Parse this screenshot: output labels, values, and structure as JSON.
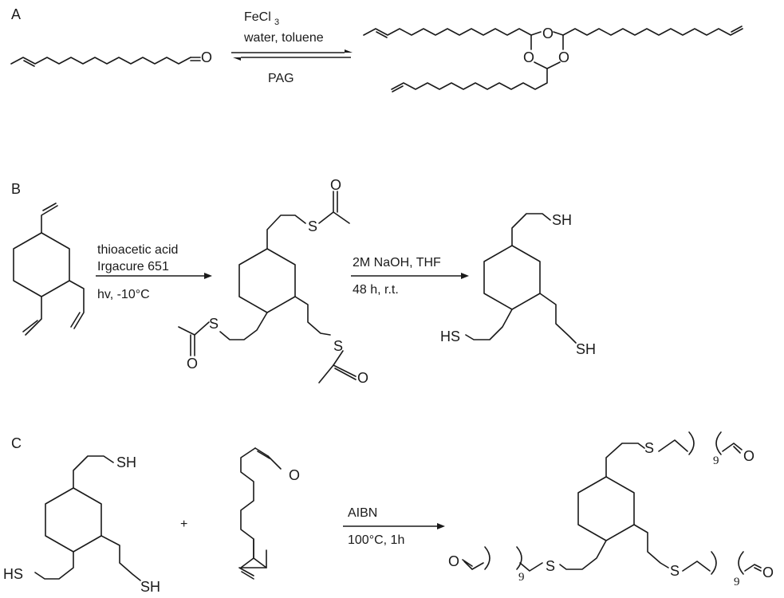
{
  "panels": {
    "A": {
      "label": "A",
      "reagent_line1": "FeCl",
      "reagent_line1_sub": "3",
      "reagent_line2": "water, toluene",
      "reverse_label": "PAG",
      "atoms": {
        "aldehyde_O": "O",
        "ring_O1": "O",
        "ring_O2": "O",
        "ring_O3": "O"
      }
    },
    "B": {
      "label": "B",
      "step1_line1": "thioacetic acid",
      "step1_line2": "Irgacure 651",
      "step1_line3": "hv, -10°C",
      "step2_line1": "2M NaOH, THF",
      "step2_line2": "48 h, r.t.",
      "atoms": {
        "S1": "S",
        "O1": "O",
        "S2": "S",
        "O2": "O",
        "S3": "S",
        "O3": "O",
        "SH1": "SH",
        "SH2": "HS",
        "SH3": "SH"
      }
    },
    "C": {
      "label": "C",
      "plus": "+",
      "reagent_line1": "AIBN",
      "reagent_line2": "100°C, 1h",
      "atoms": {
        "SH1": "SH",
        "SH2": "HS",
        "SH3": "SH",
        "ald_O": "O",
        "prod_S1": "S",
        "prod_O1": "O",
        "prod_S2": "S",
        "prod_O2": "O",
        "prod_S3": "S",
        "prod_O3": "O",
        "idx1": "9",
        "idx2": "9",
        "idx3": "9"
      }
    }
  }
}
